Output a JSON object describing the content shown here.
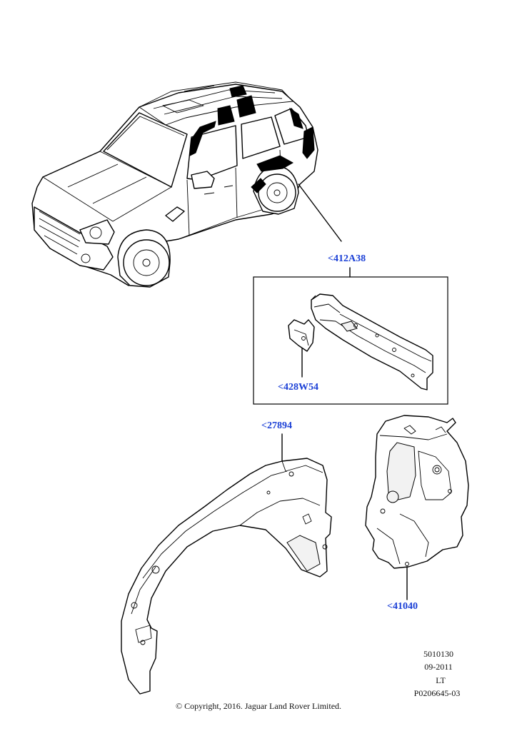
{
  "callouts": {
    "main_assembly": "<412A38",
    "bracket": "<428W54",
    "wheelhouse_outer": "<27894",
    "wheelhouse_inner": "<41040"
  },
  "reference": {
    "line1": "5010130",
    "line2": "09-2011",
    "line3": "LT",
    "line4": "P0206645-03"
  },
  "copyright": "© Copyright, 2016. Jaguar Land Rover Limited.",
  "colors": {
    "callout": "#1a3fd6",
    "line_art": "#000000",
    "background": "#ffffff"
  }
}
